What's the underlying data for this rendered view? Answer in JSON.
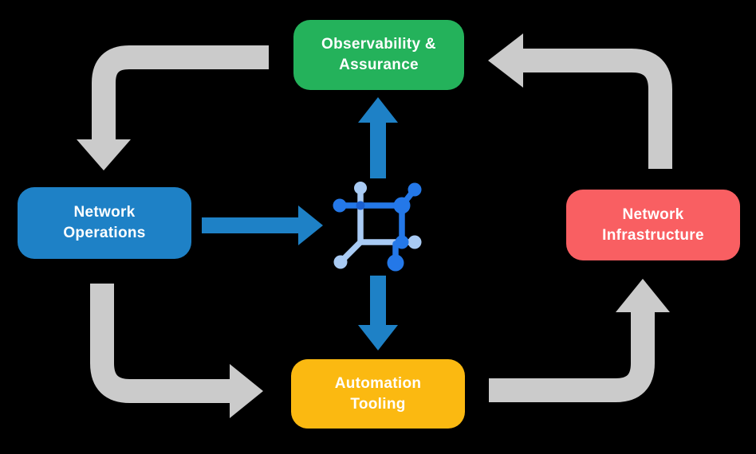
{
  "boxes": {
    "observability": {
      "line1": "Observability &",
      "line2": "Assurance",
      "color": "#24B25B"
    },
    "operations": {
      "line1": "Network",
      "line2": "Operations",
      "color": "#1E81C6"
    },
    "infrastructure": {
      "line1": "Network",
      "line2": "Infrastructure",
      "color": "#F95F62"
    },
    "automation": {
      "line1": "Automation",
      "line2": "Tooling",
      "color": "#FBB911"
    }
  },
  "icon": {
    "name": "network-automation-icon"
  },
  "colors": {
    "bg": "#000000",
    "text": "#FFFFFF",
    "arrow-gray": "#CBCBCB",
    "arrow-blue": "#1E81C6",
    "icon-light": "#A9CBF4",
    "icon-bright": "#2478E8",
    "icon-dark": "#1A5FD0"
  }
}
